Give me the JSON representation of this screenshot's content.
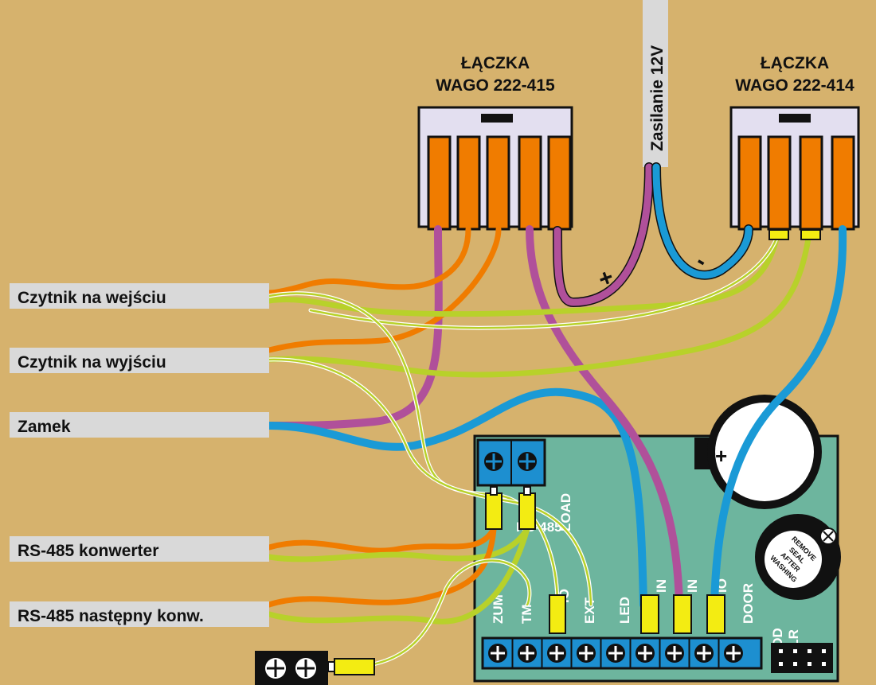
{
  "colors": {
    "background": "#d6b26d",
    "board": "#6db59e",
    "terminal_blue": "#1d8fd0",
    "connector_body": "#e3dff0",
    "lever_orange": "#f07c00",
    "wire_purple": "#b0509a",
    "wire_blue": "#1a9ad6",
    "wire_orange": "#f07c00",
    "wire_green": "#b8d12a",
    "pin_yellow": "#f3ec12",
    "label_box": "#d9d9d9"
  },
  "connectors": {
    "left": {
      "line1": "ŁĄCZKA",
      "line2": "WAGO 222-415"
    },
    "right": {
      "line1": "ŁĄCZKA",
      "line2": "WAGO 222-414"
    },
    "power": "Zasilanie 12V"
  },
  "polarity": {
    "plus": "+",
    "minus": "-"
  },
  "labels": {
    "reader_in": "Czytnik na wejściu",
    "reader_out": "Czytnik na wyjściu",
    "lock": "Zamek",
    "rs485_converter": "RS-485 konwerter",
    "rs485_next": "RS-485 następny konw."
  },
  "board": {
    "load": "LOAD",
    "rs485": "RS-485",
    "terminals": [
      "ZUM",
      "TM",
      "IO",
      "EXT",
      "LED",
      "IN",
      "IN",
      "IO",
      "DOOR"
    ],
    "add": "ADD",
    "clr": "CLR",
    "battery_plus": "+",
    "buzzer": [
      "REMOVE",
      "SEAL",
      "AFTER",
      "WASHING"
    ]
  }
}
